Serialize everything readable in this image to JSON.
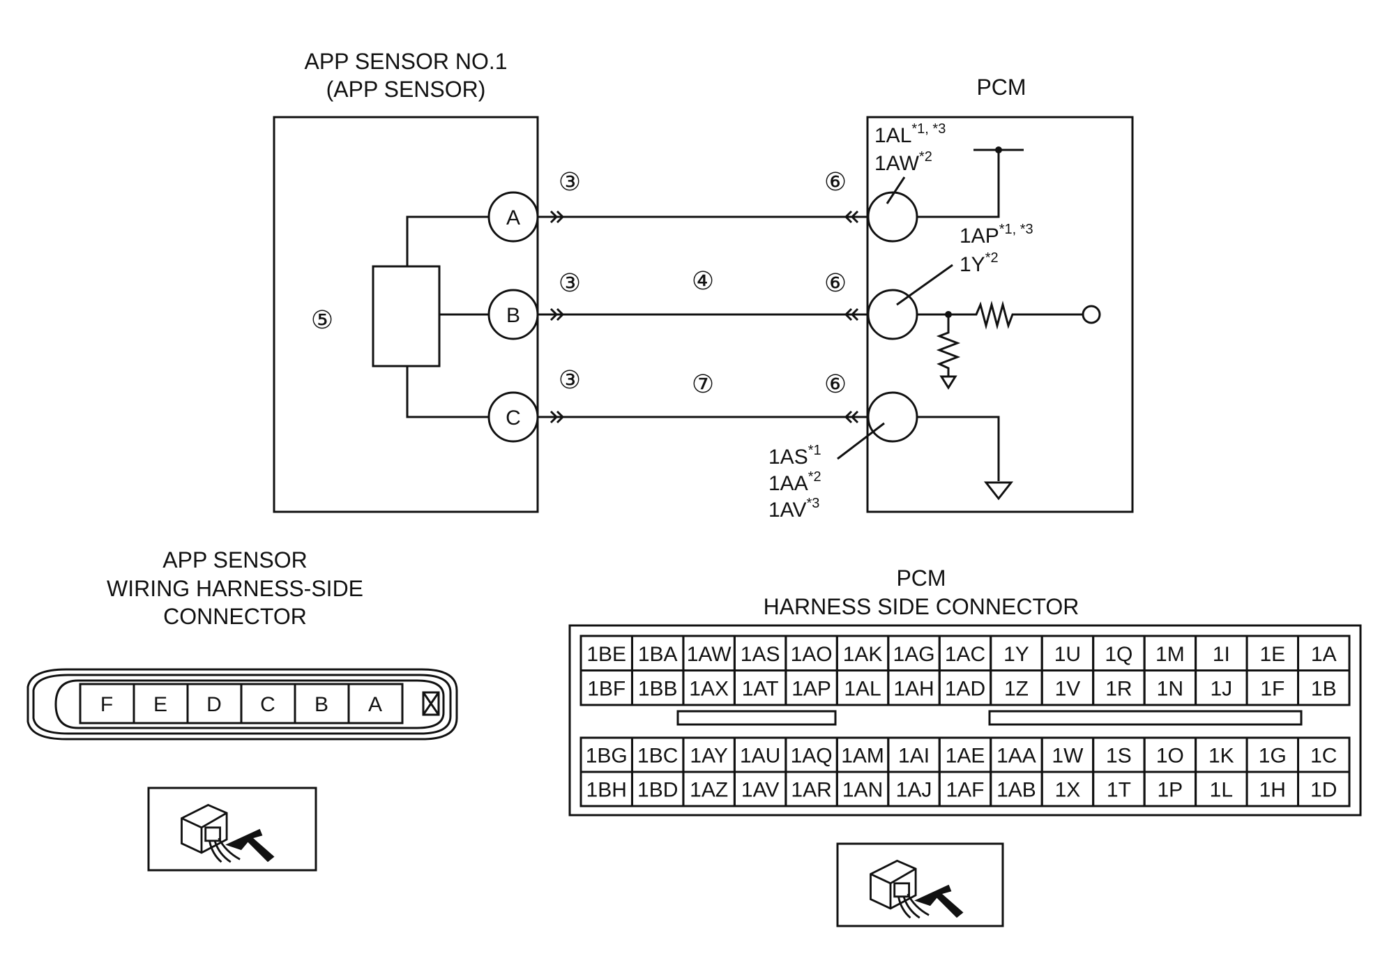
{
  "titles": {
    "app_sensor_line1": "APP SENSOR NO.1",
    "app_sensor_line2": "(APP SENSOR)",
    "pcm": "PCM",
    "app_connector_line1": "APP SENSOR",
    "app_connector_line2": "WIRING HARNESS-SIDE",
    "app_connector_line3": "CONNECTOR",
    "pcm_connector_line1": "PCM",
    "pcm_connector_line2": "HARNESS SIDE CONNECTOR"
  },
  "sensor_terminals": [
    "A",
    "B",
    "C"
  ],
  "callouts": {
    "sensor_body": "⑤",
    "sensor_side_a": "③",
    "sensor_side_b": "③",
    "sensor_side_c": "③",
    "wire_b": "④",
    "wire_c": "⑦",
    "pcm_side_a": "⑥",
    "pcm_side_b": "⑥",
    "pcm_side_c": "⑥"
  },
  "pcm_pins": {
    "a1": {
      "name": "1AL",
      "note": "*1, *3"
    },
    "a2": {
      "name": "1AW",
      "note": "*2"
    },
    "b1": {
      "name": "1AP",
      "note": "*1, *3"
    },
    "b2": {
      "name": "1Y",
      "note": "*2"
    },
    "c1": {
      "name": "1AS",
      "note": "*1"
    },
    "c2": {
      "name": "1AA",
      "note": "*2"
    },
    "c3": {
      "name": "1AV",
      "note": "*3"
    }
  },
  "app_connector_cells": [
    "F",
    "E",
    "D",
    "C",
    "B",
    "A",
    "X"
  ],
  "pcm_connector": {
    "top_block": [
      [
        "1BE",
        "1BA",
        "1AW",
        "1AS",
        "1AO",
        "1AK",
        "1AG",
        "1AC",
        "1Y",
        "1U",
        "1Q",
        "1M",
        "1I",
        "1E",
        "1A"
      ],
      [
        "1BF",
        "1BB",
        "1AX",
        "1AT",
        "1AP",
        "1AL",
        "1AH",
        "1AD",
        "1Z",
        "1V",
        "1R",
        "1N",
        "1J",
        "1F",
        "1B"
      ]
    ],
    "bottom_block": [
      [
        "1BG",
        "1BC",
        "1AY",
        "1AU",
        "1AQ",
        "1AM",
        "1AI",
        "1AE",
        "1AA",
        "1W",
        "1S",
        "1O",
        "1K",
        "1G",
        "1C"
      ],
      [
        "1BH",
        "1BD",
        "1AZ",
        "1AV",
        "1AR",
        "1AN",
        "1AJ",
        "1AF",
        "1AB",
        "1X",
        "1T",
        "1P",
        "1L",
        "1H",
        "1D"
      ]
    ]
  },
  "icons": [
    "connector-view-icon",
    "connector-view-icon"
  ]
}
